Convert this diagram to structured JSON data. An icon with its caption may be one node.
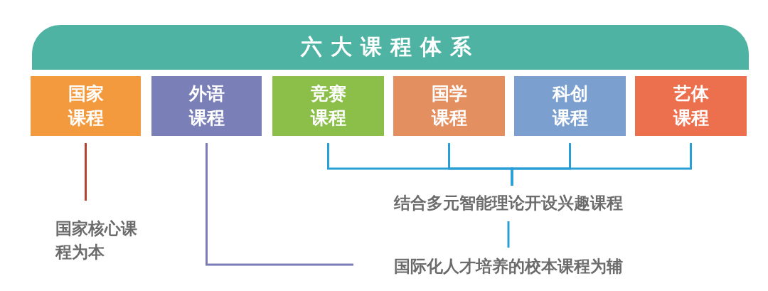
{
  "diagram": {
    "nodes": [
      {
        "text": [
          "六大课程体系"
        ]
      },
      {
        "text": [
          "国家课程"
        ]
      },
      {
        "text": [
          "外语课程"
        ]
      },
      {
        "text": [
          "竞赛课程"
        ]
      },
      {
        "text": [
          "国学课程"
        ]
      },
      {
        "text": [
          "科创课程"
        ]
      },
      {
        "text": [
          "艺体课程"
        ]
      },
      {
        "text": [
          "国家**核心课程为本**"
        ]
      },
      {
        "text": [
          "结合多元智能理论开设**兴趣课程**"
        ]
      },
      {
        "text": [
          "国际化人才培养的**校本课程为辅**"
        ]
      }
    ],
    "edges": [
      {
        "from": 1,
        "to": 7,
        "arrow": "none",
        "color": "#b5432f"
      },
      {
        "from": 2,
        "to": 9,
        "arrow": "none",
        "color": "#7b7bb8"
      },
      {
        "from": 3,
        "to": 8,
        "arrow": "none"
      },
      {
        "from": 4,
        "to": 8,
        "arrow": "none"
      },
      {
        "from": 5,
        "to": 8,
        "arrow": "none"
      },
      {
        "from": 6,
        "to": 8,
        "arrow": "none"
      },
      {
        "from": 8,
        "to": 9,
        "arrow": "none"
      }
    ]
  }
}
